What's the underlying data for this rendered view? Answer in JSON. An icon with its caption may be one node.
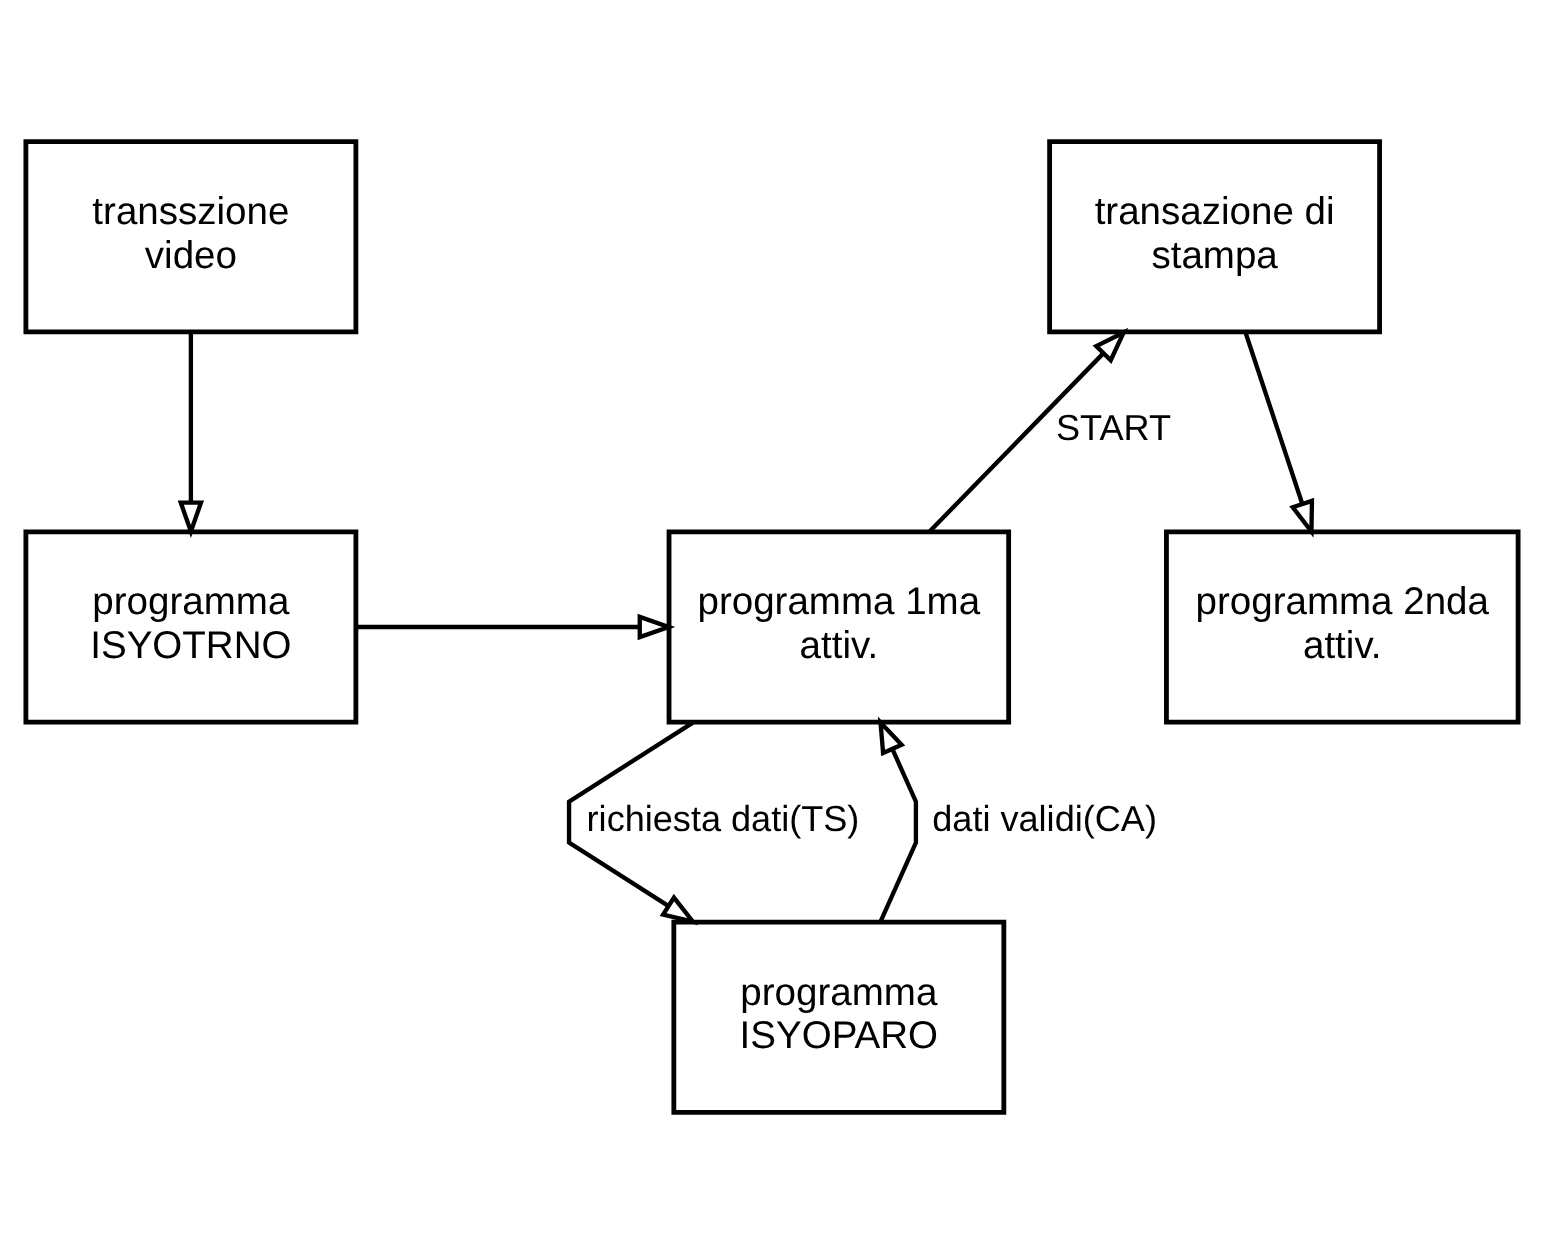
{
  "diagram": {
    "nodes": [
      {
        "text": [
          "transszione video"
        ]
      },
      {
        "text": [
          "transazione di stampa"
        ]
      },
      {
        "text": [
          "programma ISYOTRNO"
        ]
      },
      {
        "text": [
          "programma 1ma attiv."
        ]
      },
      {
        "text": [
          "programma 2nda attiv."
        ]
      },
      {
        "text": [
          "programma ISYOPARO"
        ]
      }
    ],
    "edges": [
      {
        "from": 0,
        "to": 2,
        "arrow": "to"
      },
      {
        "from": 2,
        "to": 3,
        "arrow": "to"
      },
      {
        "from": 3,
        "to": 1,
        "arrow": "to",
        "label": "START"
      },
      {
        "from": 1,
        "to": 4,
        "arrow": "to"
      },
      {
        "from": 3,
        "to": 5,
        "arrow": "to",
        "label": "richiesta dati(TS)"
      },
      {
        "from": 5,
        "to": 3,
        "arrow": "to",
        "label": "dati validi(CA)"
      }
    ]
  }
}
